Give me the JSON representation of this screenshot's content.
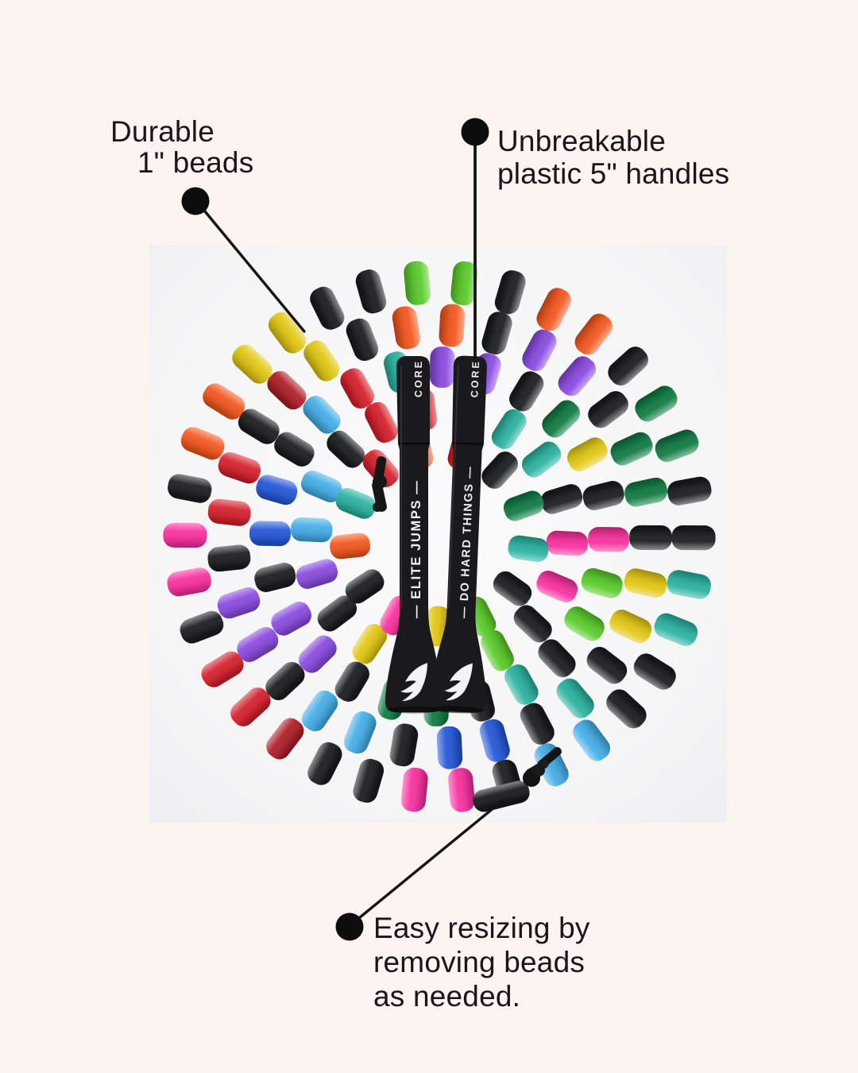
{
  "page": {
    "background_color": "#fbf4f0",
    "photo_background_color": "#f5f5f6",
    "annotation_text_color": "#1c1418",
    "annotation_marker_color": "#0d0d0d"
  },
  "annotations": {
    "durable": {
      "lines": [
        "Durable",
        "1\" beads"
      ]
    },
    "handles": {
      "lines": [
        "Unbreakable",
        "plastic 5\" handles"
      ]
    },
    "resize": {
      "lines": [
        "Easy resizing by",
        "removing beads",
        "as needed."
      ]
    }
  },
  "product": {
    "left_handle_text": "ELITE JUMPS",
    "right_handle_text": "DO HARD THINGS",
    "handle_model_text": "CORE",
    "handle_color": "#1a1a1c",
    "handle_text_color": "#f1f1f1",
    "logo_icon": "elite-jumps-wing-logo"
  },
  "rope": {
    "cord_color": "#161616",
    "bead_palette": {
      "black": "#1b1c1e",
      "lime": "#5acb2a",
      "green": "#0f7a42",
      "teal": "#2bb2a0",
      "orange": "#f4571e",
      "purple": "#8a4be0",
      "pink": "#f9309f",
      "yellow": "#e2c713",
      "red": "#d6202b",
      "crimson": "#ae1e27",
      "blue": "#2457d8",
      "sky": "#45aee8"
    },
    "rings": [
      {
        "radius": 320,
        "bead_width": 31,
        "start_deg": -5,
        "beads": [
          "lime",
          "lime",
          "black",
          "orange",
          "orange",
          "black",
          "green",
          "green",
          "black",
          "black",
          "teal",
          "teal",
          "black",
          "black",
          "sky",
          "sky",
          "black",
          "pink",
          "pink",
          "black",
          "black",
          "crimson",
          "red",
          "red",
          "black",
          "pink",
          "pink",
          "black",
          "orange",
          "orange",
          "yellow",
          "yellow",
          "black",
          "black"
        ]
      },
      {
        "radius": 266,
        "bead_width": 31,
        "start_deg": -9,
        "beads": [
          "orange",
          "orange",
          "black",
          "purple",
          "purple",
          "black",
          "green",
          "green",
          "black",
          "yellow",
          "yellow",
          "black",
          "teal",
          "black",
          "blue",
          "blue",
          "black",
          "sky",
          "sky",
          "black",
          "purple",
          "purple",
          "black",
          "red",
          "red",
          "black",
          "crimson",
          "yellow",
          "black"
        ]
      },
      {
        "radius": 213,
        "bead_width": 31,
        "start_deg": -14,
        "beads": [
          "teal",
          "purple",
          "purple",
          "black",
          "green",
          "yellow",
          "black",
          "pink",
          "lime",
          "lime",
          "black",
          "teal",
          "black",
          "green",
          "green",
          "black",
          "purple",
          "purple",
          "black",
          "blue",
          "blue",
          "black",
          "sky",
          "red"
        ]
      },
      {
        "radius": 161,
        "bead_width": 30,
        "start_deg": -7,
        "beads": [
          "red",
          "black",
          "teal",
          "teal",
          "black",
          "pink",
          "pink",
          "black",
          "lime",
          "black",
          "teal",
          "yellow",
          "black",
          "purple",
          "sky",
          "sky",
          "black",
          "red"
        ]
      },
      {
        "radius": 113,
        "bead_width": 30,
        "start_deg": -13,
        "beads": [
          "orange",
          "red",
          "black",
          "green",
          "teal",
          "black",
          "lime",
          "yellow",
          "pink",
          "black",
          "orange",
          "teal",
          "red"
        ]
      }
    ]
  }
}
